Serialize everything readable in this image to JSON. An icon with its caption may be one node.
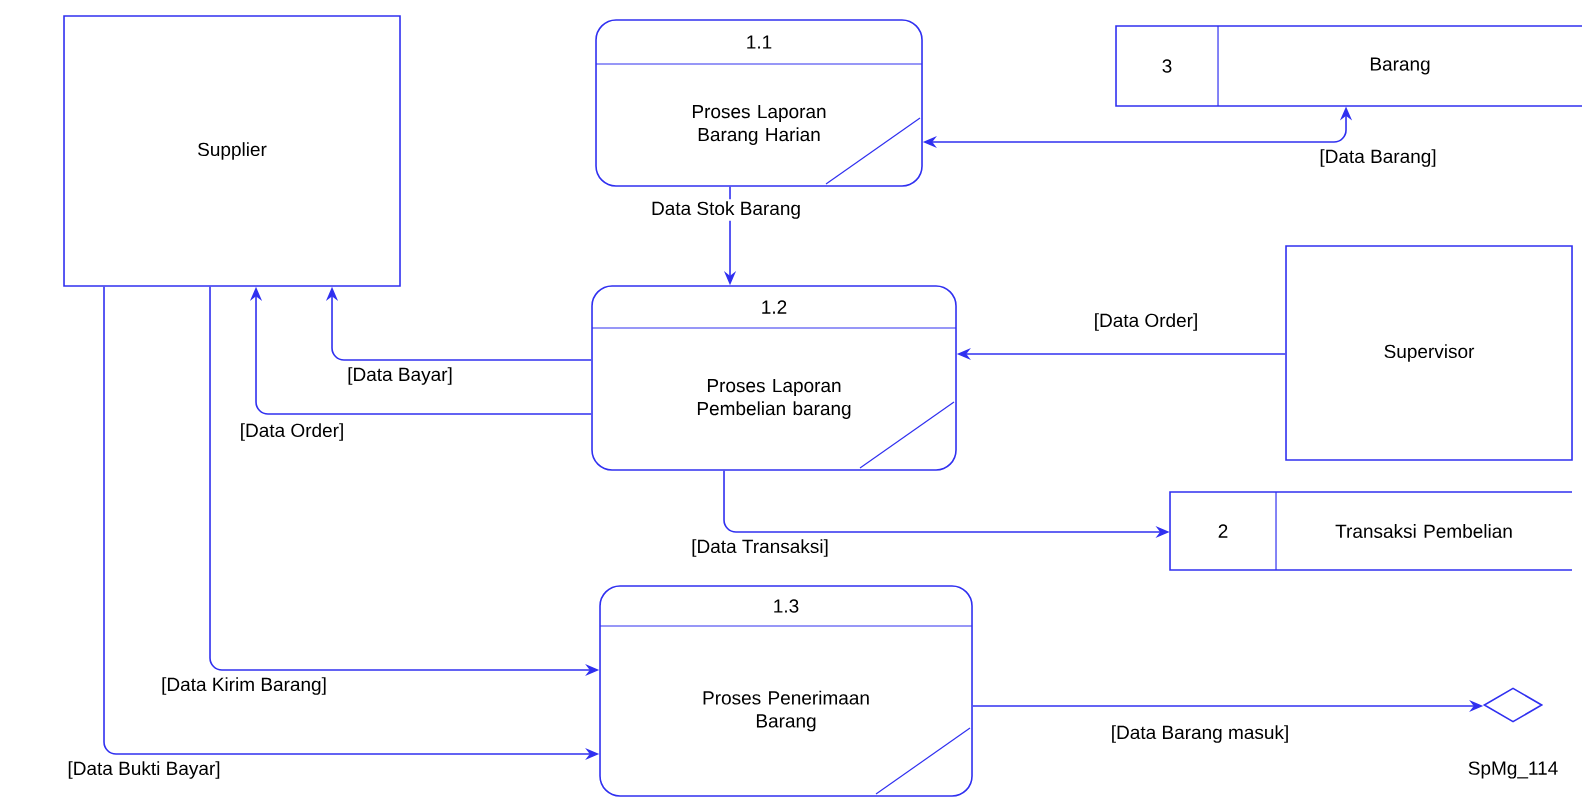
{
  "diagram": {
    "nodes": [
      {
        "text": [
          "Supplier"
        ]
      },
      {
        "text": [
          "1.1",
          "Proses Laporan Barang Harian"
        ]
      },
      {
        "text": [
          "3",
          "Barang"
        ]
      },
      {
        "text": [
          "1.2",
          "Proses Laporan Pembelian barang"
        ]
      },
      {
        "text": [
          "Supervisor"
        ]
      },
      {
        "text": [
          "2",
          "Transaksi Pembelian"
        ]
      },
      {
        "text": [
          "1.3",
          "Proses Penerimaan Barang"
        ]
      },
      {
        "text": [],
        "shape": "diamond",
        "beside": [
          "SpMg_114"
        ]
      }
    ],
    "edges": [
      {
        "from": 1,
        "to": 2,
        "arrow": "both",
        "label": "[Data Barang]"
      },
      {
        "from": 1,
        "to": 3,
        "arrow": "to",
        "label": "Data Stok Barang"
      },
      {
        "from": 3,
        "to": 0,
        "arrow": "to",
        "label": "[Data Bayar]"
      },
      {
        "from": 3,
        "to": 0,
        "arrow": "to",
        "label": "[Data Order]"
      },
      {
        "from": 4,
        "to": 3,
        "arrow": "to",
        "label": "[Data Order]"
      },
      {
        "from": 3,
        "to": 5,
        "arrow": "to",
        "label": "[Data Transaksi]"
      },
      {
        "from": 0,
        "to": 6,
        "arrow": "to",
        "label": "[Data Kirim Barang]"
      },
      {
        "from": 0,
        "to": 6,
        "arrow": "to",
        "label": "[Data Bukti Bayar]"
      },
      {
        "from": 6,
        "to": 7,
        "arrow": "to",
        "label": "[Data Barang masuk]"
      }
    ]
  }
}
